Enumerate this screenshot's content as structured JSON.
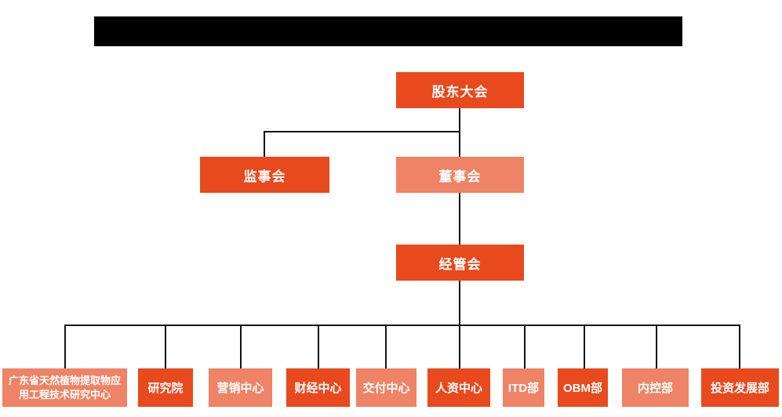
{
  "colors": {
    "primary_box": "#E8491D",
    "secondary_box": "#EE8365",
    "connector": "#141414",
    "redaction_bar": "#000000",
    "box_text": "#ffffff"
  },
  "header": {
    "redacted_title": ""
  },
  "nodes": {
    "shareholders": {
      "label": "股东大会",
      "variant": "primary"
    },
    "supervisory": {
      "label": "监事会",
      "variant": "primary"
    },
    "board": {
      "label": "董事会",
      "variant": "secondary"
    },
    "management": {
      "label": "经管会",
      "variant": "primary"
    },
    "departments": [
      {
        "label": "广东省天然植物提取物应用工程技术研究中心",
        "variant": "secondary"
      },
      {
        "label": "研究院",
        "variant": "primary"
      },
      {
        "label": "营销中心",
        "variant": "secondary"
      },
      {
        "label": "财经中心",
        "variant": "primary"
      },
      {
        "label": "交付中心",
        "variant": "secondary"
      },
      {
        "label": "人资中心",
        "variant": "primary"
      },
      {
        "label": "ITD部",
        "variant": "secondary"
      },
      {
        "label": "OBM部",
        "variant": "primary"
      },
      {
        "label": "内控部",
        "variant": "secondary"
      },
      {
        "label": "投资发展部",
        "variant": "primary"
      }
    ]
  },
  "edges": [
    {
      "from": "股东大会",
      "to": "监事会"
    },
    {
      "from": "股东大会",
      "to": "董事会"
    },
    {
      "from": "董事会",
      "to": "经管会"
    },
    {
      "from": "经管会",
      "to": "广东省天然植物提取物应用工程技术研究中心"
    },
    {
      "from": "经管会",
      "to": "研究院"
    },
    {
      "from": "经管会",
      "to": "营销中心"
    },
    {
      "from": "经管会",
      "to": "财经中心"
    },
    {
      "from": "经管会",
      "to": "交付中心"
    },
    {
      "from": "经管会",
      "to": "人资中心"
    },
    {
      "from": "经管会",
      "to": "ITD部"
    },
    {
      "from": "经管会",
      "to": "OBM部"
    },
    {
      "from": "经管会",
      "to": "内控部"
    },
    {
      "from": "经管会",
      "to": "投资发展部"
    }
  ]
}
